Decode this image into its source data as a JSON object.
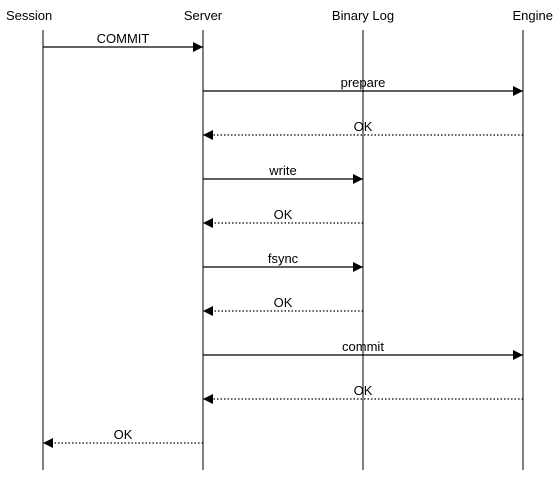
{
  "participants": [
    {
      "id": "session",
      "label": "Session"
    },
    {
      "id": "server",
      "label": "Server"
    },
    {
      "id": "binlog",
      "label": "Binary Log"
    },
    {
      "id": "engine",
      "label": "Engine"
    }
  ],
  "messages": [
    {
      "from": "session",
      "to": "server",
      "label": "COMMIT",
      "style": "solid"
    },
    {
      "from": "server",
      "to": "engine",
      "label": "prepare",
      "style": "solid"
    },
    {
      "from": "engine",
      "to": "server",
      "label": "OK",
      "style": "dotted"
    },
    {
      "from": "server",
      "to": "binlog",
      "label": "write",
      "style": "solid"
    },
    {
      "from": "binlog",
      "to": "server",
      "label": "OK",
      "style": "dotted"
    },
    {
      "from": "server",
      "to": "binlog",
      "label": "fsync",
      "style": "solid"
    },
    {
      "from": "binlog",
      "to": "server",
      "label": "OK",
      "style": "dotted"
    },
    {
      "from": "server",
      "to": "engine",
      "label": "commit",
      "style": "solid"
    },
    {
      "from": "engine",
      "to": "server",
      "label": "OK",
      "style": "dotted"
    },
    {
      "from": "server",
      "to": "session",
      "label": "OK",
      "style": "dotted"
    }
  ],
  "colors": {
    "line": "#000000",
    "background": "#ffffff"
  }
}
